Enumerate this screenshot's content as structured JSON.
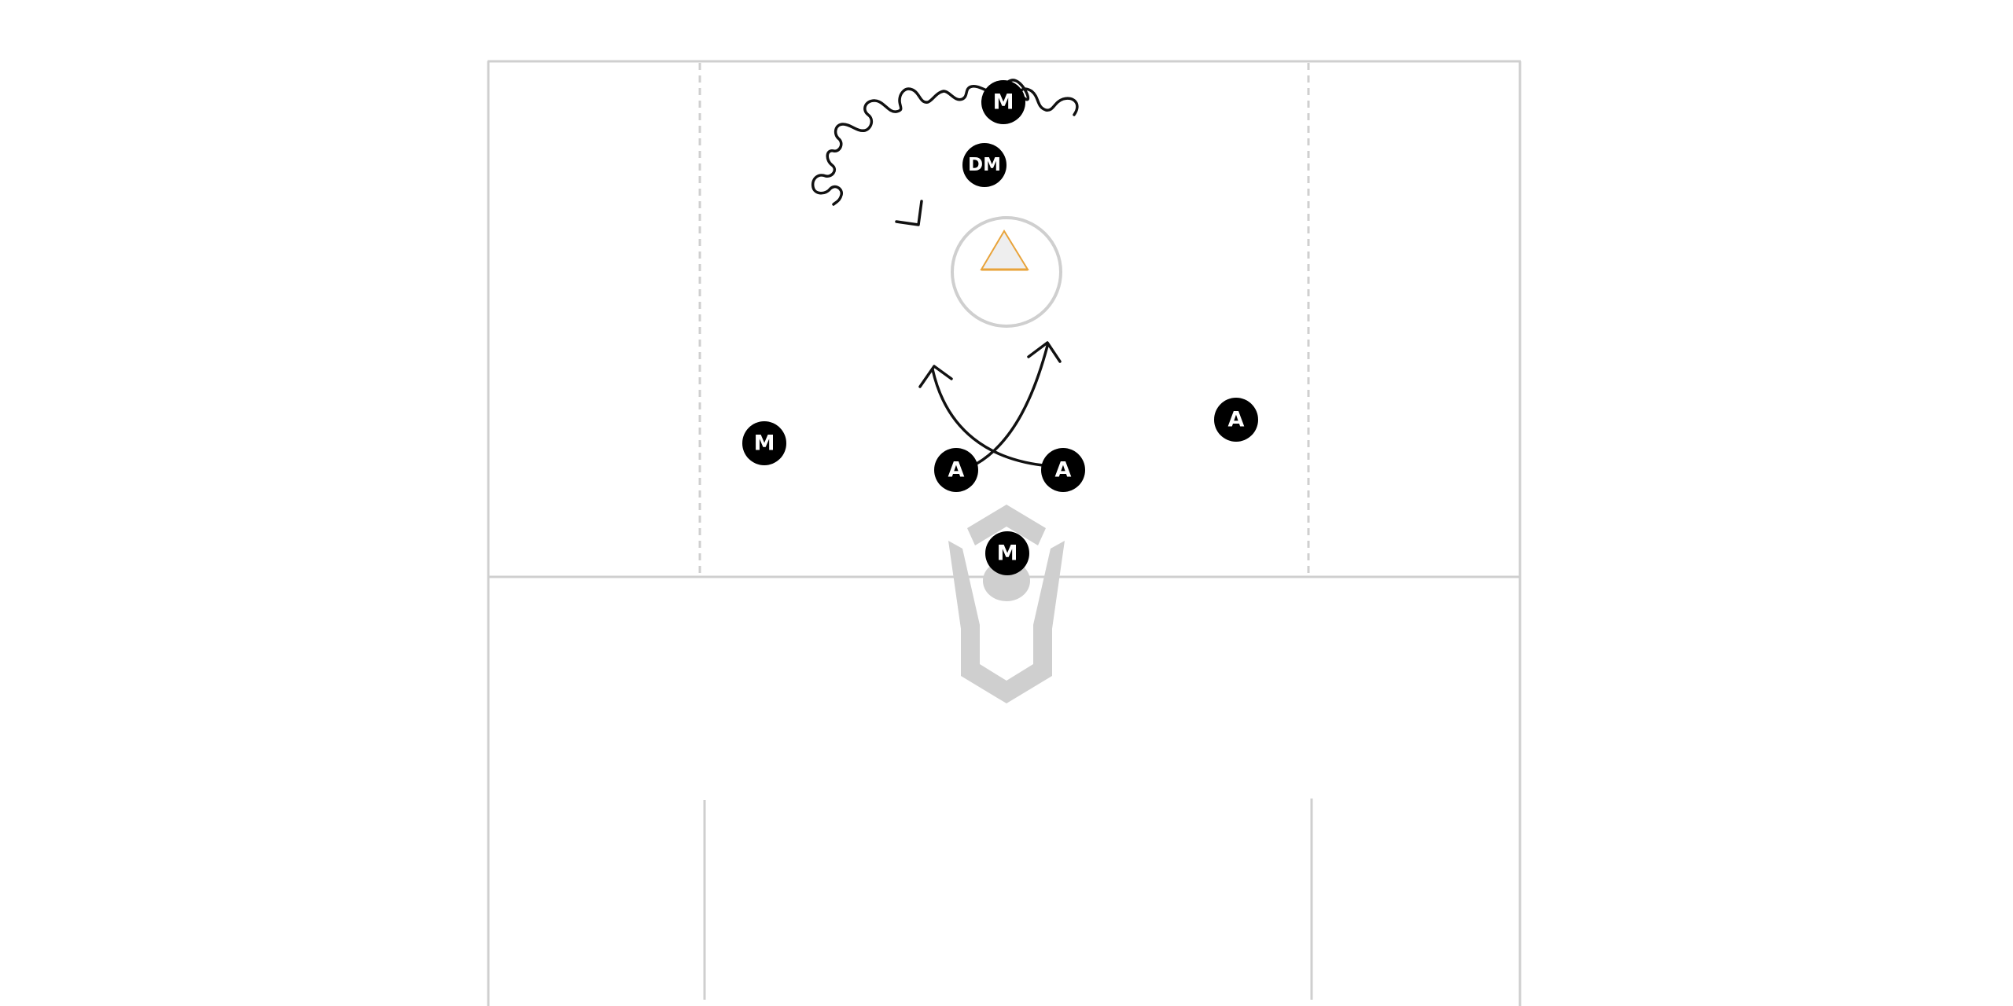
{
  "diagram": {
    "players": [
      {
        "id": "m-top",
        "label": "M"
      },
      {
        "id": "dm",
        "label": "DM"
      },
      {
        "id": "m-left",
        "label": "M"
      },
      {
        "id": "a-center-left",
        "label": "A"
      },
      {
        "id": "a-center-right",
        "label": "A"
      },
      {
        "id": "a-right",
        "label": "A"
      },
      {
        "id": "m-crease",
        "label": "M"
      }
    ],
    "colors": {
      "player_fill": "#000000",
      "player_text": "#ffffff",
      "field_lines": "#cfcfcf",
      "paths": "#111111",
      "cone_fill": "#eeeeee",
      "cone_stroke": "#e8a33a"
    }
  }
}
